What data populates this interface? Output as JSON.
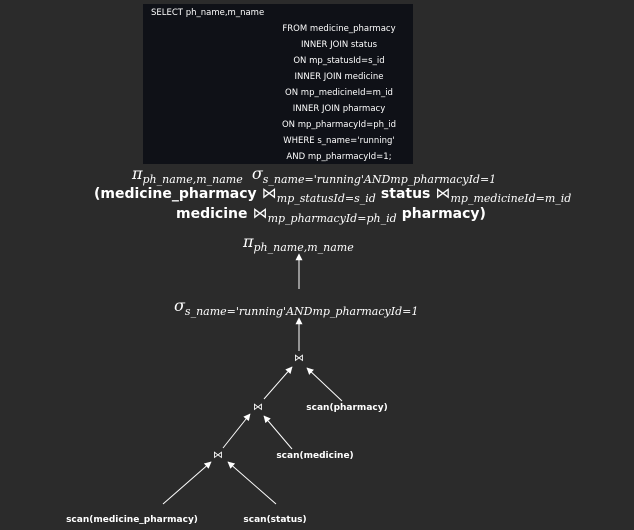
{
  "sql": {
    "lines": [
      "SELECT ph_name,m_name",
      "FROM medicine_pharmacy",
      "INNER JOIN status",
      "ON mp_statusId=s_id",
      "INNER JOIN medicine",
      "ON mp_medicineId=m_id",
      "INNER JOIN pharmacy",
      "ON mp_pharmacyId=ph_id",
      "WHERE s_name='running'",
      "AND mp_pharmacyId=1;"
    ]
  },
  "algebra": {
    "pi": "π",
    "sigma": "σ",
    "join_symbol": "⋈",
    "projection_sub": "ph_name,m_name",
    "selection_sub": "s_name='running'ANDmp_pharmacyId=1",
    "open_paren": "(medicine_pharmacy",
    "join1_sub": "mp_statusId=s_id",
    "status": "status",
    "join2_sub": "mp_medicineId=m_id",
    "medicine": "medicine",
    "join3_sub": "mp_pharmacyId=ph_id",
    "close": "pharmacy)"
  },
  "tree": {
    "projection_sub": "ph_name,m_name",
    "selection_sub": "s_name='running'ANDmp_pharmacyId=1",
    "scan_pharmacy": "scan(pharmacy)",
    "scan_medicine": "scan(medicine)",
    "scan_medicine_pharmacy": "scan(medicine_pharmacy)",
    "scan_status": "scan(status)"
  },
  "colors": {
    "background": "#2b2b2b",
    "sql_background": "#0f1117",
    "text": "#ffffff"
  }
}
